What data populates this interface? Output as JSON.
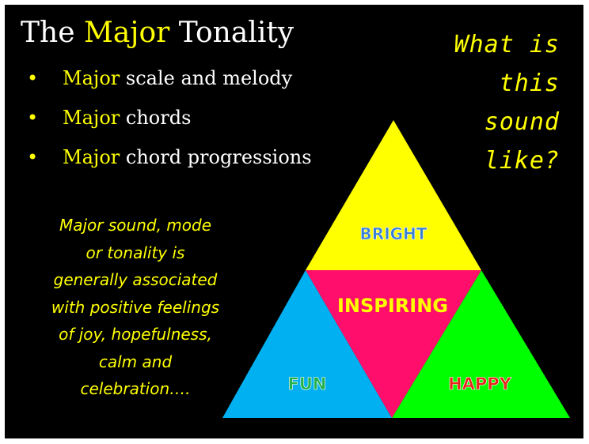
{
  "title": {
    "prefix": "The ",
    "highlight": "Major",
    "suffix": " Tonality"
  },
  "bullets": [
    {
      "highlight": "Major",
      "rest": " scale and melody"
    },
    {
      "highlight": "Major",
      "rest": " chords"
    },
    {
      "highlight": "Major",
      "rest": " chord progressions"
    }
  ],
  "bullet_symbol": "•",
  "question": {
    "lines": [
      "What is",
      "this",
      "sound",
      "like?"
    ]
  },
  "description": {
    "lines": [
      "Major sound, mode",
      "or tonality is",
      "generally associated",
      "with positive feelings",
      "of joy, hopefulness,",
      "calm and",
      "celebration…."
    ]
  },
  "triangle": {
    "top_label": "BRIGHT",
    "center_label": "INSPIRING",
    "left_label": "FUN",
    "right_label": "HAPPY"
  },
  "colors": {
    "background": "#000000",
    "text": "#ffffff",
    "accent": "#ffff00",
    "top": "#ffff00",
    "center": "#ff0f6b",
    "left": "#00b0f0",
    "right": "#00ff00",
    "top_label": "#3a7fd6",
    "center_label": "#ffff00",
    "left_label": "#22b14c",
    "right_label": "#e8251d"
  }
}
